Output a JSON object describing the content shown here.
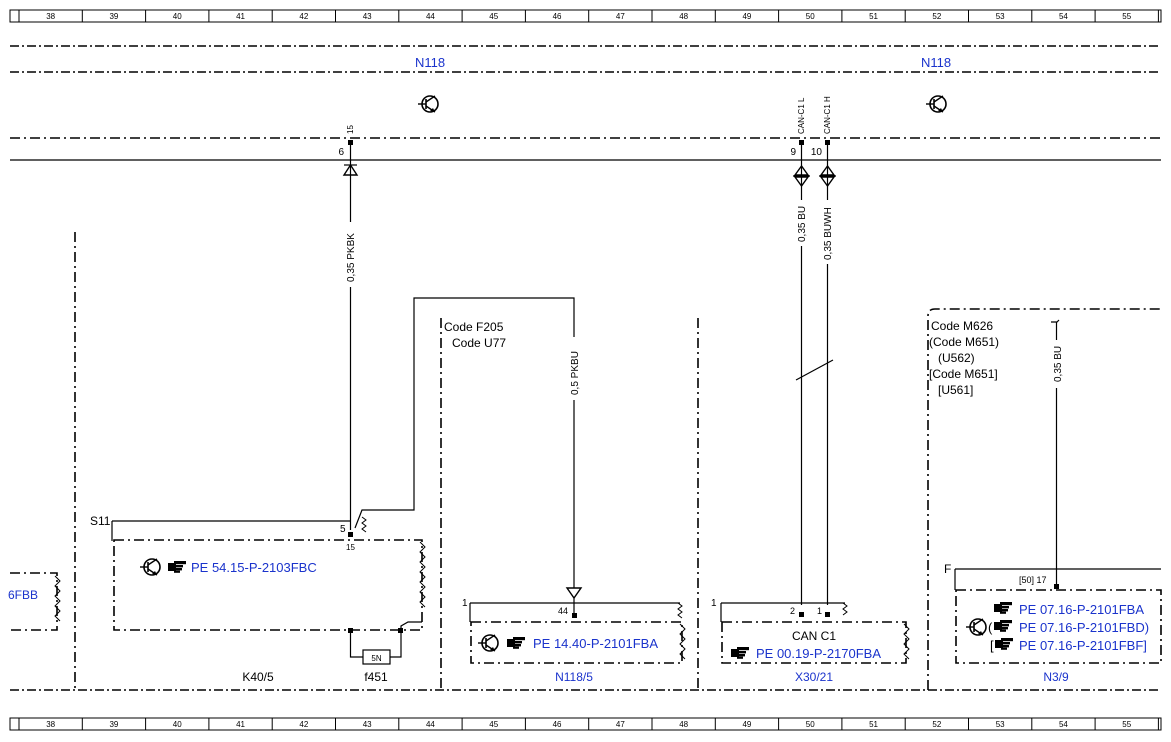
{
  "ruler": [
    "38",
    "39",
    "40",
    "41",
    "42",
    "43",
    "44",
    "45",
    "46",
    "47",
    "48",
    "49",
    "50",
    "51",
    "52",
    "53",
    "54",
    "55"
  ],
  "colors": {
    "link": "#1a33cc",
    "line": "#000000"
  },
  "icons": [
    "transistor-icon",
    "pointing-hand-icon"
  ],
  "top": {
    "n118_left": "N118",
    "n118_right": "N118",
    "pin15_label": "15",
    "pin15_num": "6",
    "canl_label": "CAN-C1 L",
    "canl_num": "9",
    "canh_label": "CAN-C1 H",
    "canh_num": "10"
  },
  "wires": {
    "w1": "0,35 PKBK",
    "w2": "0,35 BU",
    "w3": "0,35 BUWH",
    "w4": "0,5 PKBU",
    "w5": "0,35 BU"
  },
  "codes": {
    "f205": "Code F205",
    "u77": "Code U77",
    "m626": "Code M626",
    "m651a": "(Code M651)",
    "u562": "(U562)",
    "m651b": "[Code M651]",
    "u561": "[U561]"
  },
  "left_block": {
    "fbb": "6FBB"
  },
  "k40": {
    "s11": "S11",
    "pin5": "5",
    "pin15": "15",
    "ref": "PE 54.15-P-2103FBC",
    "fuse": "5N",
    "fuse_label": "f451",
    "label": "K40/5"
  },
  "n118_5": {
    "pin1": "1",
    "pin44": "44",
    "ref": "PE 14.40-P-2101FBA",
    "label": "N118/5"
  },
  "x30": {
    "pin1": "1",
    "pin2": "2",
    "pin1b": "1",
    "can": "CAN C1",
    "ref": "PE 00.19-P-2170FBA",
    "label": "X30/21"
  },
  "n3": {
    "f": "F",
    "pin": "[50] 17",
    "ref1": "PE 07.16-P-2101FBA",
    "ref2_open": "(",
    "ref2": "PE 07.16-P-2101FBD)",
    "ref3_open": "[",
    "ref3": "PE 07.16-P-2101FBF]",
    "label": "N3/9"
  }
}
